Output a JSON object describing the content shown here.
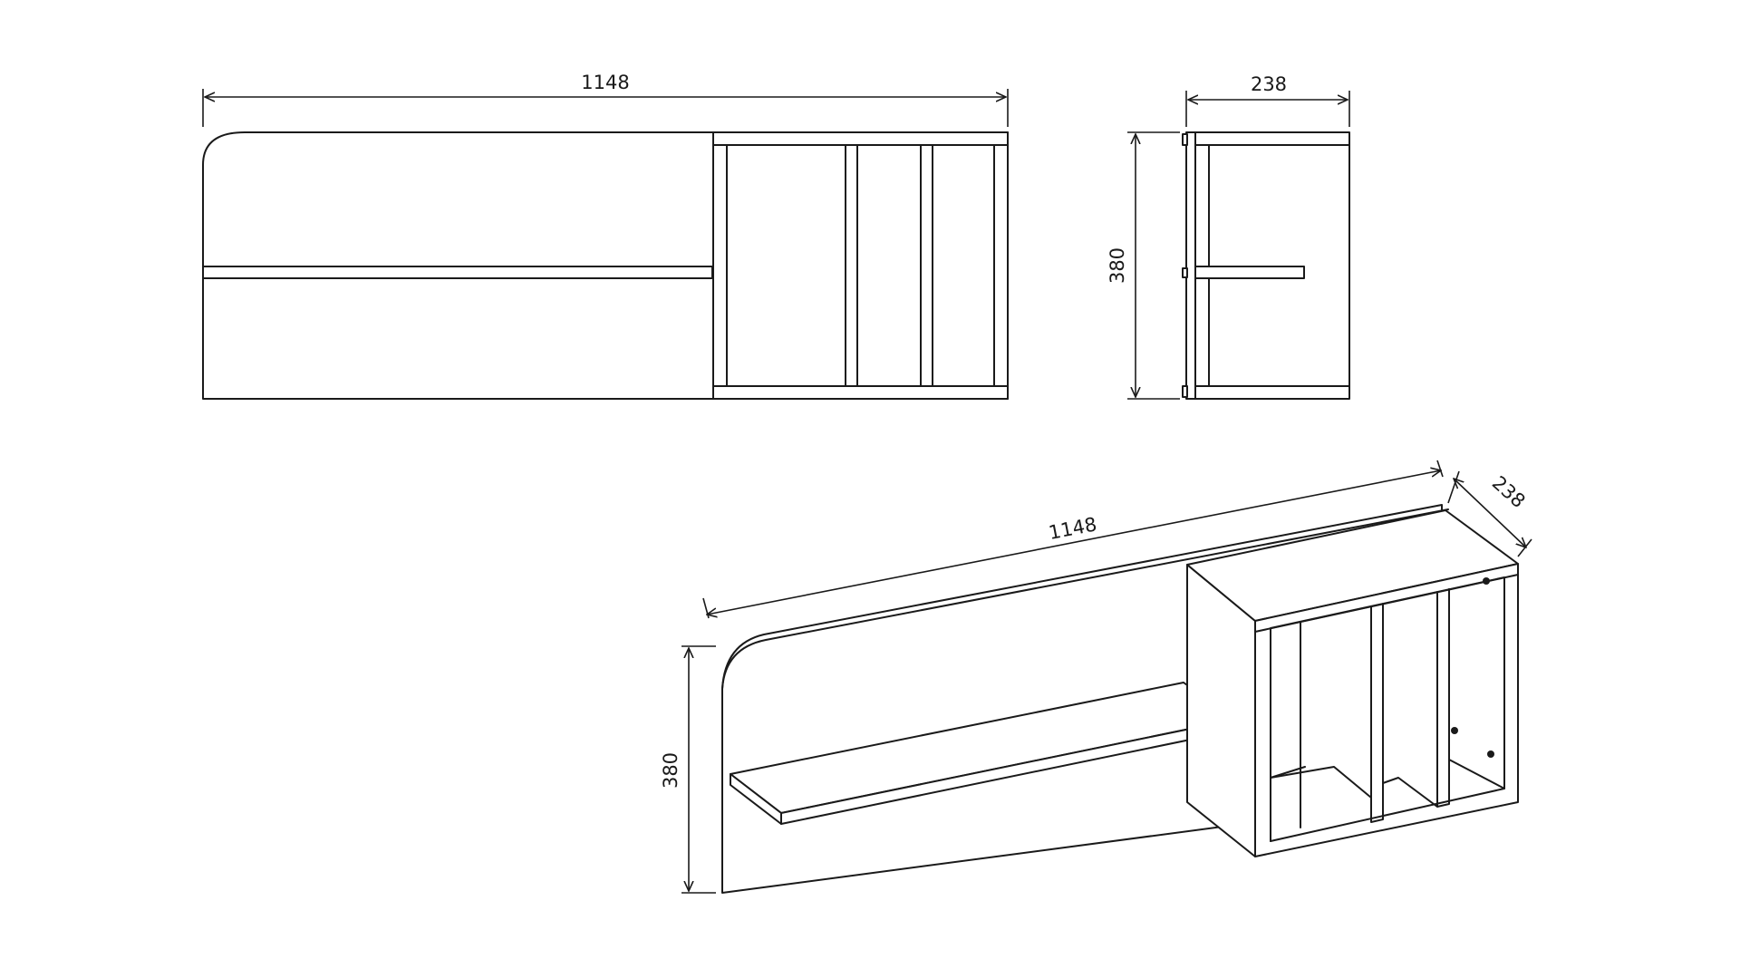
{
  "front_view": {
    "width_dimension": "1148"
  },
  "side_view": {
    "depth_dimension": "238",
    "height_dimension": "380"
  },
  "isometric_view": {
    "width_dimension": "1148",
    "depth_dimension": "238",
    "height_dimension": "380"
  },
  "colors": {
    "line": "#1a1a1a",
    "background": "#ffffff"
  }
}
